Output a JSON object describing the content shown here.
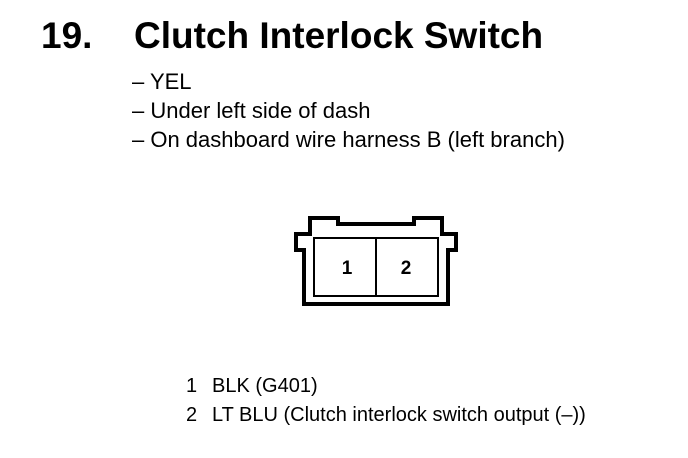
{
  "component": {
    "number": "19.",
    "title": "Clutch Interlock Switch"
  },
  "details": [
    "– YEL",
    "– Under left side of dash",
    "– On dashboard wire harness B (left branch)"
  ],
  "connector": {
    "cavity_labels": [
      "1",
      "2"
    ]
  },
  "pins": [
    {
      "number": "1",
      "description": "BLK (G401)"
    },
    {
      "number": "2",
      "description": "LT BLU (Clutch interlock switch output (–))"
    }
  ]
}
